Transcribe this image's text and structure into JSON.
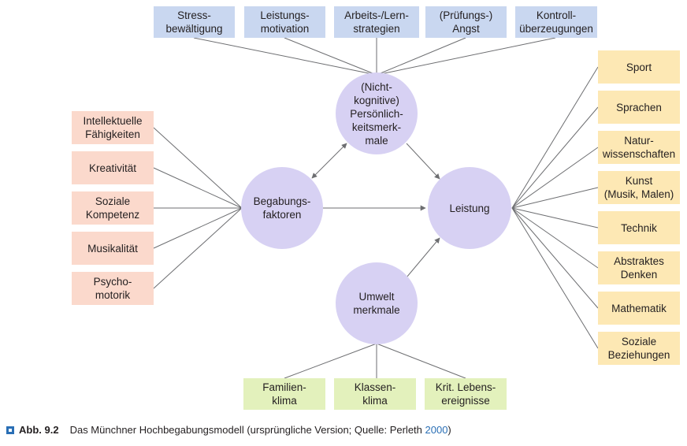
{
  "top_factors": [
    {
      "label": "Stress-\nbewältigung"
    },
    {
      "label": "Leistungs-\nmotivation"
    },
    {
      "label": "Arbeits-/Lern-\nstrategien"
    },
    {
      "label": "(Prüfungs-)\nAngst"
    },
    {
      "label": "Kontroll-\nüberzeugungen"
    }
  ],
  "ability_factors": [
    {
      "label": "Intellektuelle\nFähigkeiten"
    },
    {
      "label": "Kreativität"
    },
    {
      "label": "Soziale\nKompetenz"
    },
    {
      "label": "Musikalität"
    },
    {
      "label": "Psycho-\nmotorik"
    }
  ],
  "performance_areas": [
    {
      "label": "Sport"
    },
    {
      "label": "Sprachen"
    },
    {
      "label": "Natur-\nwissenschaften"
    },
    {
      "label": "Kunst\n(Musik, Malen)"
    },
    {
      "label": "Technik"
    },
    {
      "label": "Abstraktes\nDenken"
    },
    {
      "label": "Mathematik"
    },
    {
      "label": "Soziale\nBeziehungen"
    }
  ],
  "environment_factors": [
    {
      "label": "Familien-\nklima"
    },
    {
      "label": "Klassen-\nklima"
    },
    {
      "label": "Krit. Lebens-\nereignisse"
    }
  ],
  "nodes": {
    "personality": "(Nicht-\nkognitive)\nPersönlich-\nkeitsmerk-\nmale",
    "ability": "Begabungs-\nfaktoren",
    "performance": "Leistung",
    "environment": "Umwelt\nmerkmale"
  },
  "caption": {
    "label": "Abb. 9.2",
    "text": "Das Münchner Hochbegabungsmodell (ursprüngliche Version; Quelle: Perleth ",
    "year": "2000",
    "close": ")"
  },
  "colors": {
    "personality_box": "#c9d7f0",
    "ability_box": "#fbd9cc",
    "performance_box": "#fde8b4",
    "environment_box": "#e3f1bc",
    "node_circle": "#d7d1f3",
    "connector": "#6d6e71",
    "caption_accent": "#2a6fb5"
  }
}
